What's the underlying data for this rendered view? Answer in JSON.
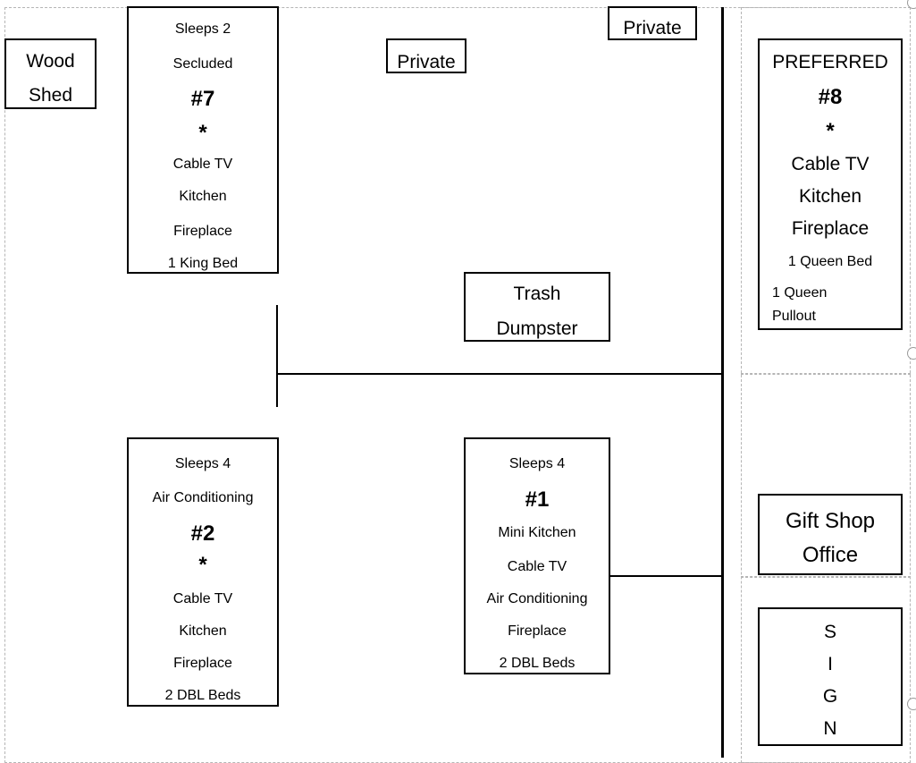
{
  "wood_shed": {
    "line1": "Wood",
    "line2": "Shed"
  },
  "private_1": "Private",
  "private_2": "Private",
  "trash": {
    "line1": "Trash",
    "line2": "Dumpster"
  },
  "cabin7": {
    "sleeps": "Sleeps 2",
    "tag": "Secluded",
    "number": "#7",
    "star": "*",
    "features": [
      "Cable TV",
      "Kitchen",
      "Fireplace",
      "1 King Bed"
    ]
  },
  "cabin8": {
    "tag": "PREFERRED",
    "number": "#8",
    "star": "*",
    "features": [
      "Cable TV",
      "Kitchen",
      "Fireplace",
      "1 Queen Bed"
    ],
    "extra_line1": "1 Queen",
    "extra_line2": "Pullout"
  },
  "cabin2": {
    "sleeps": "Sleeps 4",
    "tag": "Air Conditioning",
    "number": "#2",
    "star": "*",
    "features": [
      "Cable TV",
      "Kitchen",
      "Fireplace",
      "2 DBL Beds"
    ]
  },
  "cabin1": {
    "sleeps": "Sleeps 4",
    "number": "#1",
    "features": [
      "Mini Kitchen",
      "Cable TV",
      "Air Conditioning",
      "Fireplace",
      "2 DBL Beds"
    ]
  },
  "gift_shop": {
    "line1": "Gift Shop",
    "line2": "Office"
  },
  "sign": {
    "letters": [
      "S",
      "I",
      "G",
      "N"
    ]
  }
}
